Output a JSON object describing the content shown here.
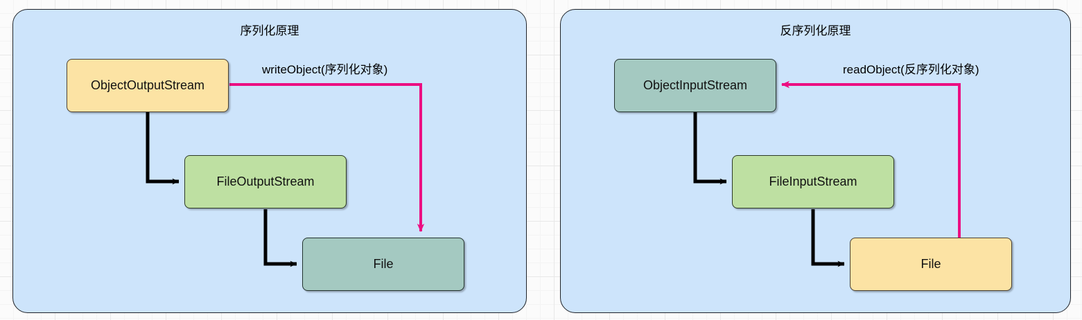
{
  "diagram": {
    "title_left": "序列化原理",
    "title_right": "反序列化原理",
    "colors": {
      "panel_fill": "#cde4fb",
      "panel_stroke": "#1f2329",
      "yellow_fill": "#fce3a4",
      "green_fill": "#bee0a2",
      "teal_fill": "#a4c9c1",
      "black_edge": "#000000",
      "pink_edge": "#ec0e82",
      "canvas_bg": "#fbfbfb",
      "grid_line": "#e8e8e8"
    },
    "panels": [
      {
        "id": "serialization",
        "title": "序列化原理",
        "nodes": [
          {
            "id": "oos",
            "label": "ObjectOutputStream",
            "style": "yellow"
          },
          {
            "id": "fos",
            "label": "FileOutputStream",
            "style": "green"
          },
          {
            "id": "file",
            "label": "File",
            "style": "teal"
          }
        ],
        "edges": [
          {
            "from": "oos",
            "to": "fos",
            "color": "black",
            "label": ""
          },
          {
            "from": "fos",
            "to": "file",
            "color": "black",
            "label": ""
          },
          {
            "from": "oos",
            "to": "file",
            "color": "pink",
            "label": "writeObject(序列化对象)"
          }
        ]
      },
      {
        "id": "deserialization",
        "title": "反序列化原理",
        "nodes": [
          {
            "id": "ois",
            "label": "ObjectInputStream",
            "style": "teal"
          },
          {
            "id": "fis",
            "label": "FileInputStream",
            "style": "green"
          },
          {
            "id": "file",
            "label": "File",
            "style": "yellow"
          }
        ],
        "edges": [
          {
            "from": "ois",
            "to": "fis",
            "color": "black",
            "label": ""
          },
          {
            "from": "fis",
            "to": "file",
            "color": "black",
            "label": ""
          },
          {
            "from": "file",
            "to": "ois",
            "color": "pink",
            "label": "readObject(反序列化对象)"
          }
        ]
      }
    ],
    "labels": {
      "write_object": "writeObject(序列化对象)",
      "read_object": "readObject(反序列化对象)"
    }
  }
}
